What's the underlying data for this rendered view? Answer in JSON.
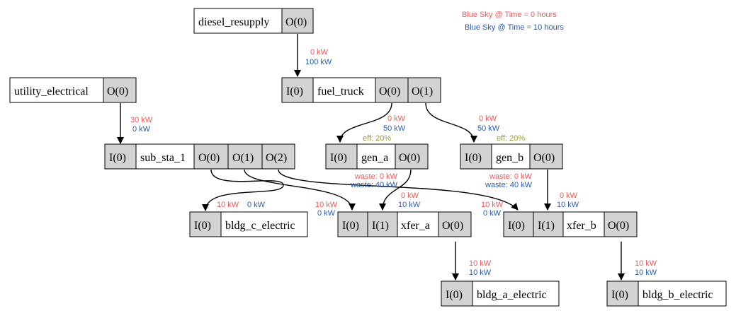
{
  "legend": {
    "t0": "Blue Sky @ Time = 0 hours",
    "t10": "Blue Sky @ Time = 10 hours"
  },
  "colors": {
    "t0": "#f05a5a",
    "t10": "#2a5db0",
    "eff": "#a09a3a",
    "port_fill": "#d3d3d3"
  },
  "nodes": {
    "diesel_resupply": {
      "label": "diesel_resupply",
      "out": [
        "O(0)"
      ]
    },
    "utility_electrical": {
      "label": "utility_electrical",
      "out": [
        "O(0)"
      ]
    },
    "fuel_truck": {
      "in": [
        "I(0)"
      ],
      "label": "fuel_truck",
      "out": [
        "O(0)",
        "O(1)"
      ]
    },
    "sub_sta_1": {
      "in": [
        "I(0)"
      ],
      "label": "sub_sta_1",
      "out": [
        "O(0)",
        "O(1)",
        "O(2)"
      ]
    },
    "gen_a": {
      "in": [
        "I(0)"
      ],
      "label": "gen_a",
      "out": [
        "O(0)"
      ]
    },
    "gen_b": {
      "in": [
        "I(0)"
      ],
      "label": "gen_b",
      "out": [
        "O(0)"
      ]
    },
    "bldg_c_electric": {
      "in": [
        "I(0)"
      ],
      "label": "bldg_c_electric"
    },
    "xfer_a": {
      "in": [
        "I(0)",
        "I(1)"
      ],
      "label": "xfer_a",
      "out": [
        "O(0)"
      ]
    },
    "xfer_b": {
      "in": [
        "I(0)",
        "I(1)"
      ],
      "label": "xfer_b",
      "out": [
        "O(0)"
      ]
    },
    "bldg_a_electric": {
      "in": [
        "I(0)"
      ],
      "label": "bldg_a_electric"
    },
    "bldg_b_electric": {
      "in": [
        "I(0)"
      ],
      "label": "bldg_b_electric"
    }
  },
  "flows": {
    "diesel_to_truck": {
      "t0": "0 kW",
      "t10": "100 kW"
    },
    "utility_to_sub": {
      "t0": "30 kW",
      "t10": "0 kW"
    },
    "truck_to_gen_a": {
      "t0": "0 kW",
      "t10": "50 kW",
      "eff": "eff: 20%"
    },
    "truck_to_gen_b": {
      "t0": "0 kW",
      "t10": "50 kW",
      "eff": "eff: 20%"
    },
    "gen_a_waste": {
      "t0": "waste: 0 kW",
      "t10": "waste: 40 kW"
    },
    "gen_b_waste": {
      "t0": "waste: 0 kW",
      "t10": "waste: 40 kW"
    },
    "sub_to_bldg_c": {
      "t0": "10 kW",
      "t10": "0 kW"
    },
    "sub_to_xfer_a": {
      "t0": "10 kW",
      "t10": "0 kW"
    },
    "gen_a_to_xfer_a": {
      "t0": "0 kW",
      "t10": "10 kW"
    },
    "sub_to_xfer_b": {
      "t0": "10 kW",
      "t10": "0 kW"
    },
    "gen_b_to_xfer_b": {
      "t0": "0 kW",
      "t10": "10 kW"
    },
    "xfer_a_to_bldg_a": {
      "t0": "10 kW",
      "t10": "10 kW"
    },
    "xfer_b_to_bldg_b": {
      "t0": "10 kW",
      "t10": "10 kW"
    }
  }
}
